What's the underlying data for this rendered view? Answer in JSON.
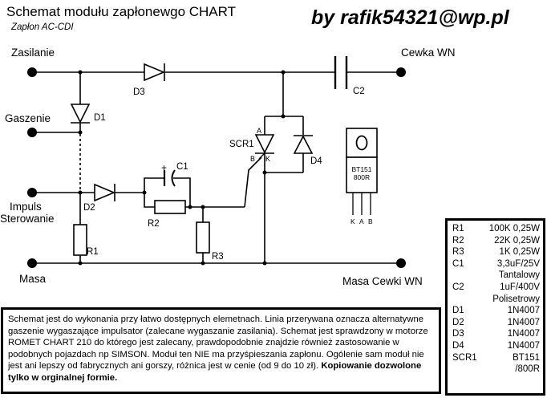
{
  "header": {
    "title": "Schemat modułu zapłonewgo CHART",
    "subtitle": "Zapłon AC-CDI",
    "author": "by rafik54321@wp.pl"
  },
  "terminals": {
    "zasilanie": "Zasilanie",
    "gaszenie": "Gaszenie",
    "impuls_line1": "Impuls",
    "impuls_line2": "Sterowanie",
    "masa": "Masa",
    "cewka": "Cewka WN",
    "masa_cewki": "Masa Cewki WN"
  },
  "components": {
    "d1": "D1",
    "d2": "D2",
    "d3": "D3",
    "d4": "D4",
    "r1": "R1",
    "r2": "R2",
    "r3": "R3",
    "c1": "C1",
    "c2": "C2",
    "c1_plus": "+",
    "scr1": "SCR1",
    "scr_a": "A",
    "scr_b": "B",
    "scr_k": "K"
  },
  "package": {
    "line1": "BT151",
    "line2": "800R",
    "pin1": "K",
    "pin2": "A",
    "pin3": "B"
  },
  "description": {
    "text": "Schemat jest do wykonania przy łatwo dostępnych elemetnach. Linia przerywana oznacza alternatywne gaszenie wygaszające impulsator (zalecane wygaszanie zasilania). Schemat jest sprawdzony w motorze ROMET CHART 210 do którego jest zalecany, prawdopodobnie znajdzie również zastosowanie w podobnych pojazdach np SIMSON. Moduł ten NIE ma przyśpieszania zapłonu. Ogólenie sam moduł nie jest ani lepszy od fabrycznych ani gorszy, różnica jest w cenie (od 9 do 10 zł). ",
    "copy_note": "Kopiowanie dozwolone tylko w orginalnej formie."
  },
  "parts": {
    "r1_ref": "R1",
    "r1_val": "100K 0,25W",
    "r2_ref": "R2",
    "r2_val": "22K 0,25W",
    "r3_ref": "R3",
    "r3_val": "1K 0,25W",
    "c1_ref": "C1",
    "c1_val": "3,3uF/25V",
    "c1_val2": "Tantalowy",
    "c2_ref": "C2",
    "c2_val": "1uF/400V",
    "c2_val2": "Polisetrowy",
    "d1_ref": "D1",
    "d1_val": "1N4007",
    "d2_ref": "D2",
    "d2_val": "1N4007",
    "d3_ref": "D3",
    "d3_val": "1N4007",
    "d4_ref": "D4",
    "d4_val": "1N4007",
    "scr_ref": "SCR1",
    "scr_val": "BT151",
    "scr_val2": "/800R"
  }
}
